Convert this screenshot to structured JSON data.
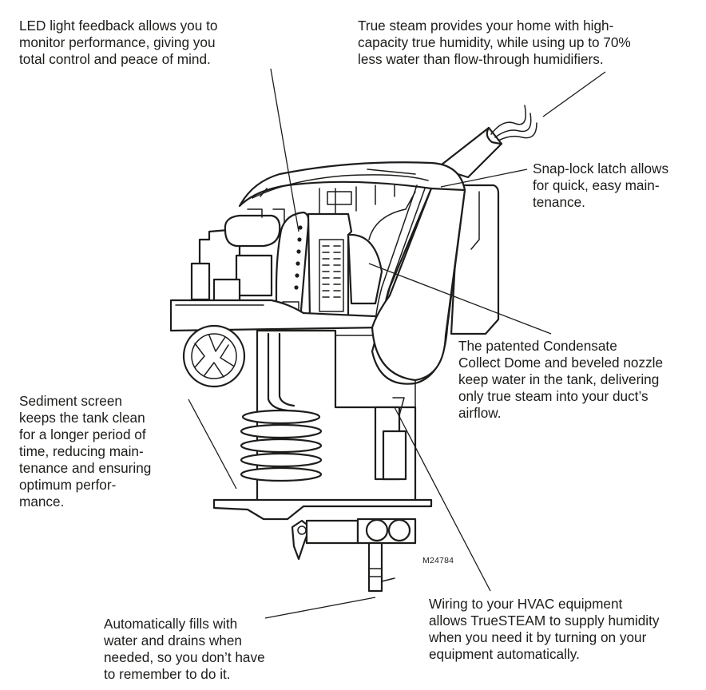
{
  "figure": {
    "title": "TrueSTEAM humidifier feature diagram",
    "figure_code": "M24784"
  },
  "callouts": {
    "led_feedback": "LED light feedback allows you to\nmonitor performance, giving you\ntotal control and peace of mind.",
    "true_steam": "True steam provides your home with high-\ncapacity true humidity, while using up to 70%\nless water than flow-through humidifiers.",
    "snap_lock": "Snap-lock latch allows\nfor quick, easy main-\ntenance.",
    "condensate_dome": "The patented Condensate\nCollect Dome and beveled nozzle\nkeep water in the tank, delivering\nonly true steam into your duct’s\nairflow.",
    "sediment_screen": "Sediment screen\nkeeps the tank clean\nfor a longer period of\ntime, reducing main-\ntenance and ensuring\noptimum perfor-\nmance.",
    "wiring": "Wiring to your HVAC equipment\nallows TrueSTEAM to supply humidity\nwhen you need it by turning on your\nequipment automatically.",
    "auto_fill": "Automatically fills with\nwater and drains when\nneeded, so you don’t have\nto remember to do it."
  }
}
